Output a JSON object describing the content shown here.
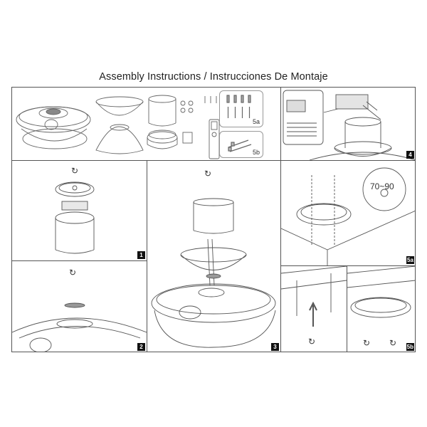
{
  "document": {
    "title": "Assembly Instructions / Instrucciones De Montaje"
  },
  "parts_panel": {
    "kit_boxes": [
      {
        "label": "5a",
        "content": "wall plugs and screws"
      },
      {
        "label": "5b",
        "content": "expansion anchors"
      }
    ],
    "parts": [
      "ceiling fan lamp body",
      "bowl cover",
      "canopy cylinder",
      "canopy ring",
      "mounting bracket ring",
      "washers",
      "screws",
      "remote holder",
      "remote control"
    ]
  },
  "steps": [
    {
      "number": "1",
      "description": "Remove plate from driver housing (rotate/unscrew)"
    },
    {
      "number": "2",
      "description": "Remove screws and ring from lamp body"
    },
    {
      "number": "3",
      "description": "Assemble cylinder, bowl and ring onto lamp body, route wires"
    },
    {
      "number": "4",
      "description": "Connect wires to driver/receiver box"
    },
    {
      "number": "5a",
      "description": "Mount base plate to ceiling with plugs and screws",
      "dimension_label": "70~90"
    },
    {
      "number": "5b",
      "description": "Install expansion anchors into concrete ceiling and fix plate"
    }
  ],
  "colors": {
    "line": "#555555",
    "badge_bg": "#111111",
    "badge_text": "#ffffff"
  }
}
